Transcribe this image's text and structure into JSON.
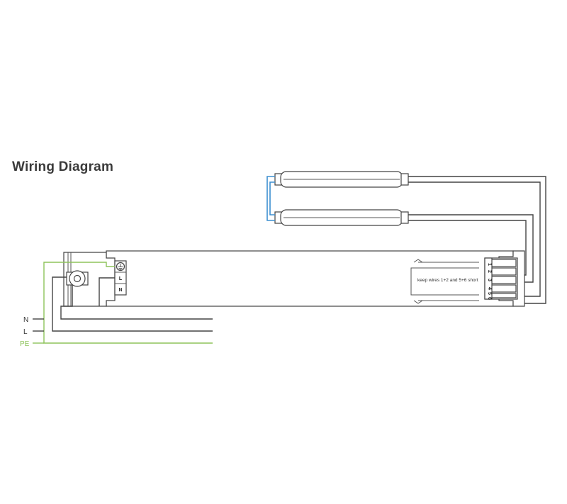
{
  "title": "Wiring Diagram",
  "mains": {
    "n_label": "N",
    "l_label": "L",
    "pe_label": "PE",
    "pe_color": "#8dc35a"
  },
  "driver": {
    "terminal_l": "L",
    "terminal_n": "N",
    "earth_icon": "protective-earth-icon",
    "output_terminals": [
      "1",
      "2",
      "3",
      "4",
      "5",
      "6"
    ],
    "note": "keep wires 1+2 and 5+6 short"
  },
  "lamps": {
    "count": 2,
    "bridge_color": "#3d8fd0"
  }
}
